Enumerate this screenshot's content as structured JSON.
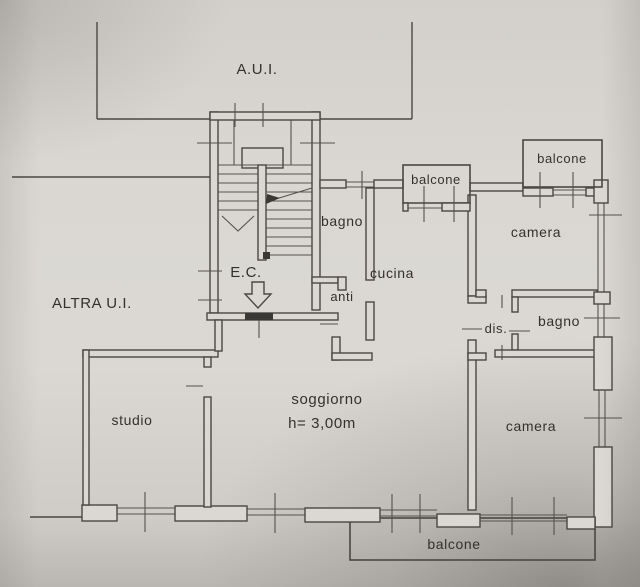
{
  "document": {
    "kind": "apartment floor plan (scanned photo)",
    "language": "Italian"
  },
  "palette": {
    "paper": "#d8d5d0",
    "ink": "#4a4744",
    "door_threshold": "#3a3835",
    "text": "#33312e"
  },
  "labels": {
    "adjacent_unit_top": "A.U.I.",
    "adjacent_unit_left": "ALTRA U.I.",
    "entrance_hall": "E.C.",
    "bath_left": "bagno",
    "kitchen": "cucina",
    "anteroom": "anti",
    "balcony_mid": "balcone",
    "balcony_right": "balcone",
    "bedroom_top": "camera",
    "bath_right": "bagno",
    "hallway": "dis.",
    "study": "studio",
    "living_room": "soggiorno",
    "living_room_height": "h= 3,00m",
    "bedroom_bottom": "camera",
    "balcony_bottom": "balcone"
  }
}
